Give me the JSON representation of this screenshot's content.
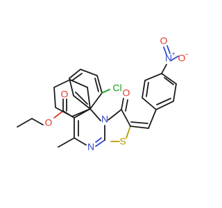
{
  "diagram": {
    "atoms": {
      "o_ester_carbonyl": "O",
      "o_ester_link": "O",
      "n_ring_top": "N",
      "n_ring_bottom": "N",
      "s_ring": "S",
      "o_keto": "O",
      "cl": "Cl",
      "n_nitro": "N",
      "n_nitro_charge": "+",
      "o_nitro_minus": "O",
      "o_nitro_minus_charge": "−",
      "o_nitro_double": "O"
    },
    "colors": {
      "bond": "#1a1a1a",
      "oxygen": "#e03c2c",
      "nitrogen": "#3347c8",
      "sulfur": "#b49a00",
      "chlorine": "#17a117"
    }
  }
}
